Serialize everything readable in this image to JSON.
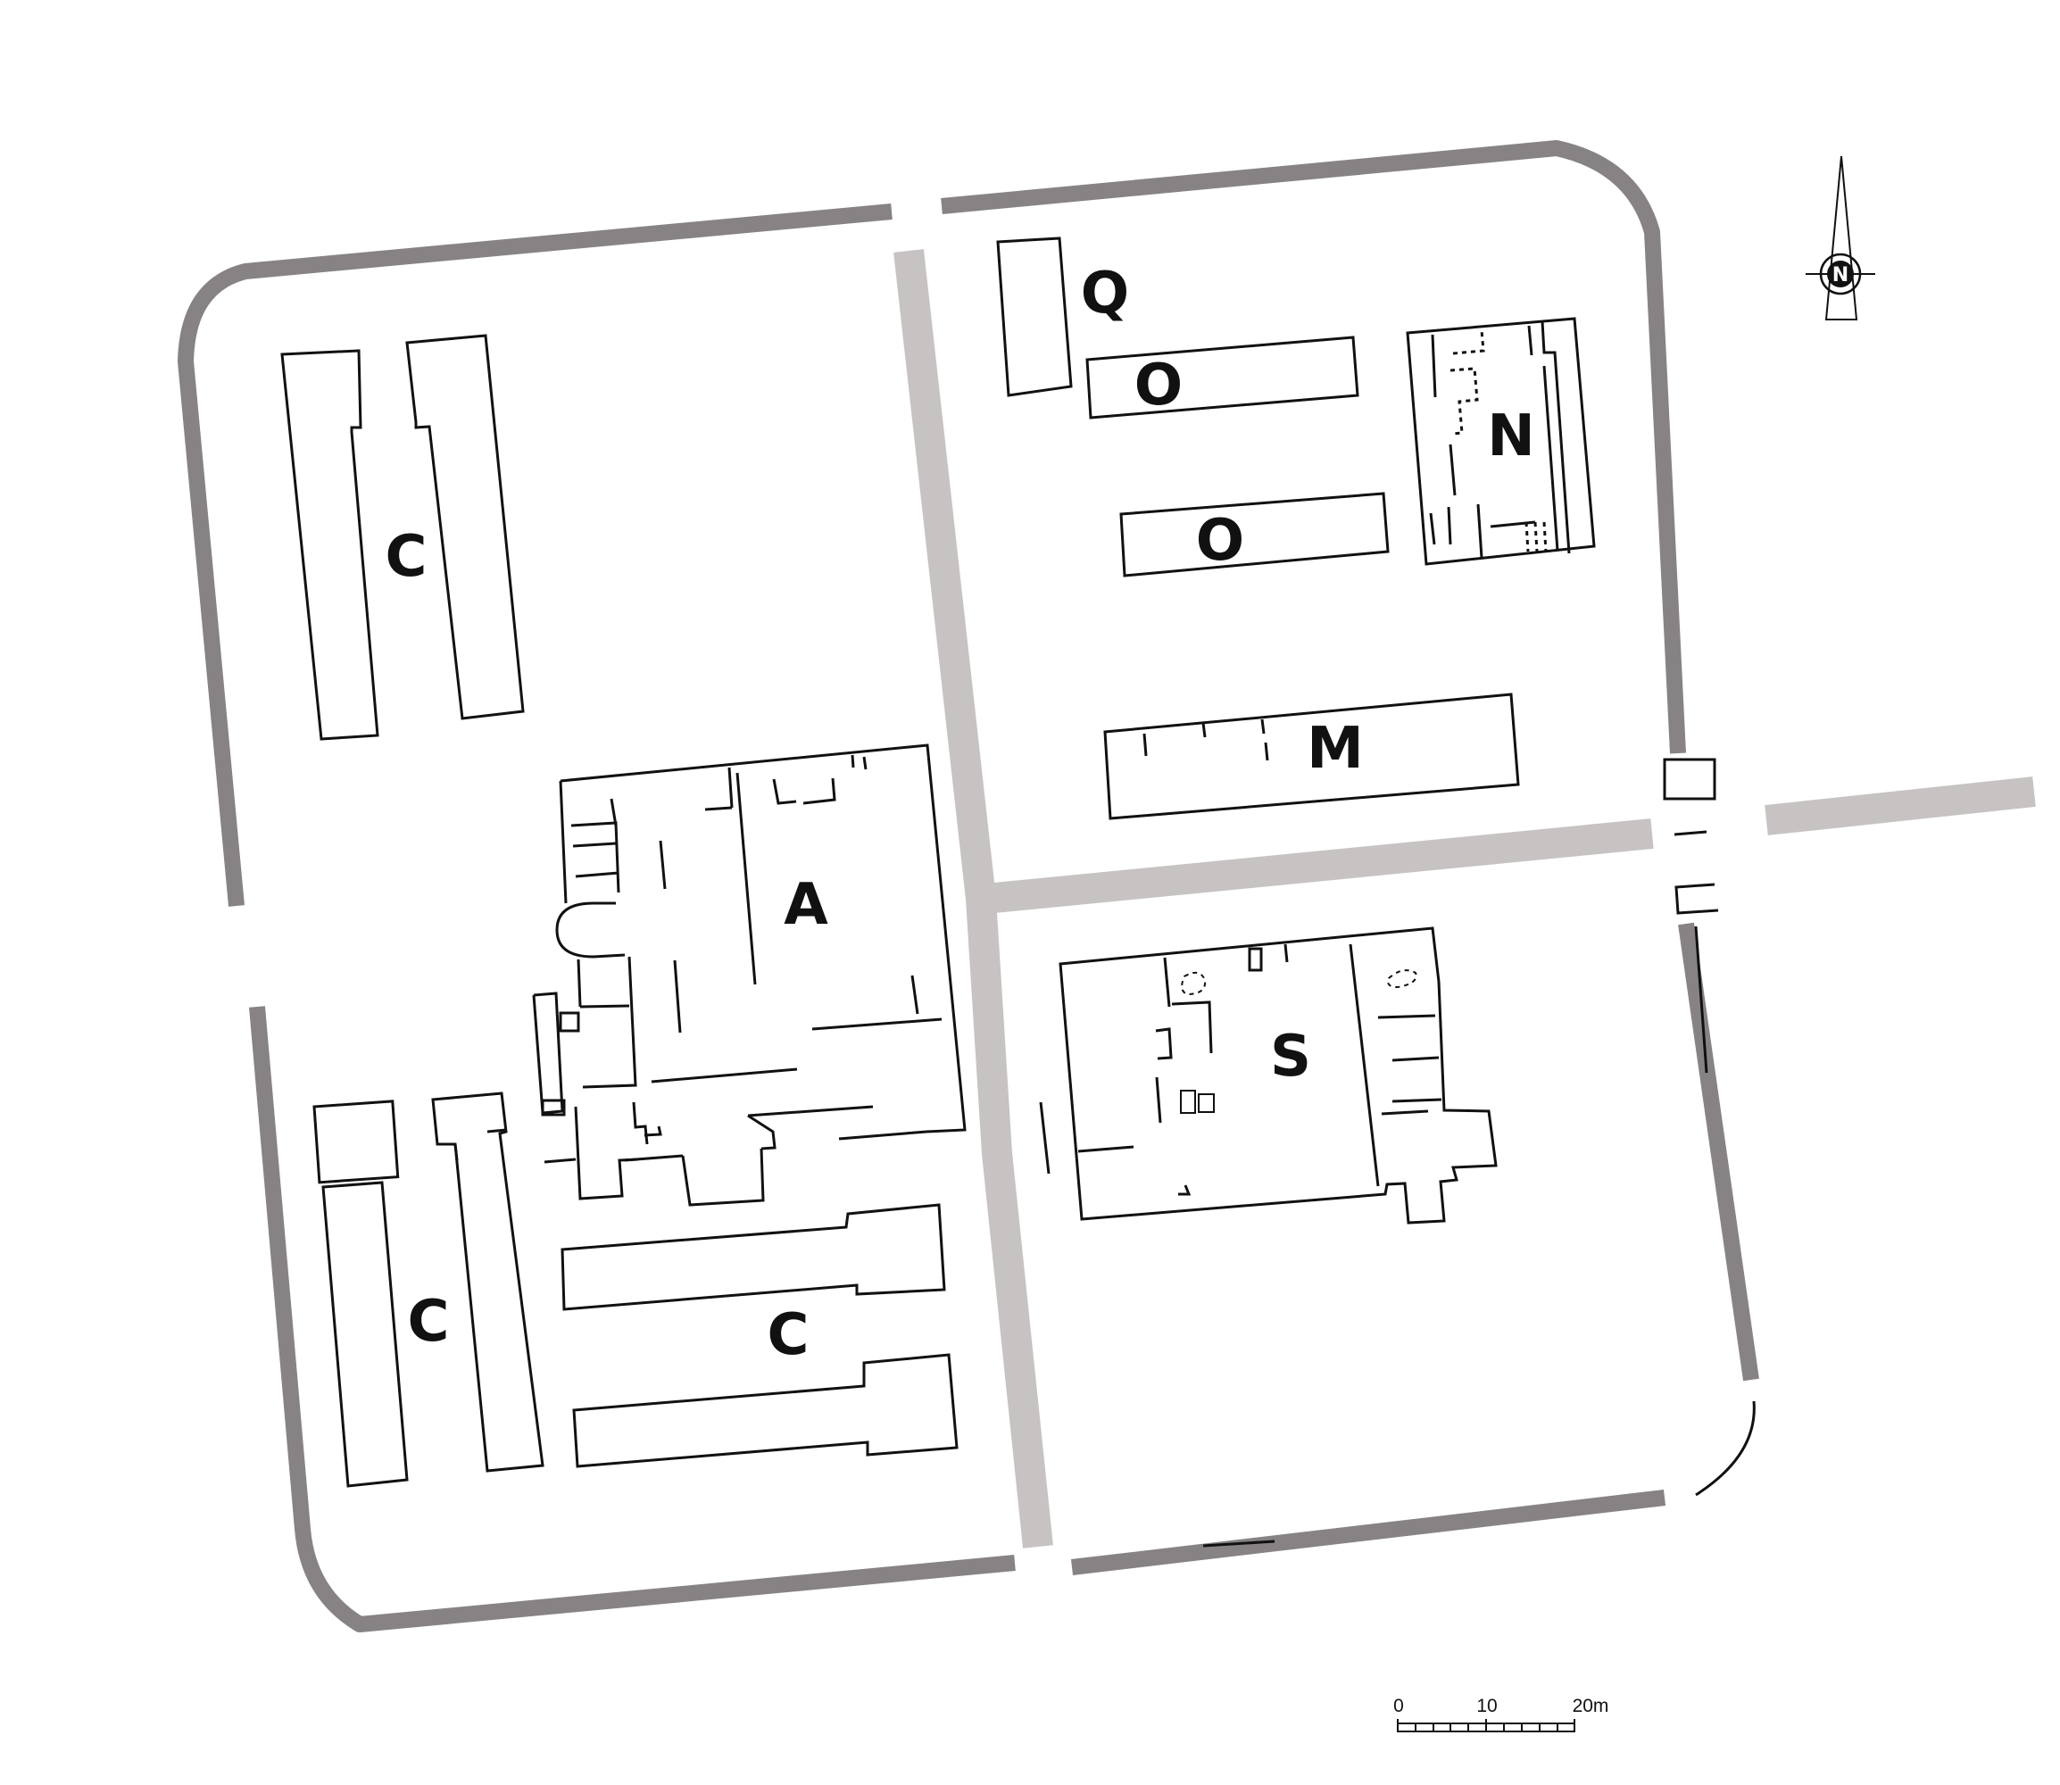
{
  "colors": {
    "wall": "#878384",
    "road": "#c7c3c3",
    "outline": "#111111",
    "background": "#ffffff"
  },
  "labels": {
    "C_north": "C",
    "C_southwest": "C",
    "C_south": "C",
    "A": "A",
    "Q": "Q",
    "O_upper": "O",
    "O_lower": "O",
    "N": "N",
    "M": "M",
    "S": "S"
  },
  "north_arrow": {
    "label": "N",
    "icon": "north-arrow-icon"
  },
  "scale_bar": {
    "ticks": [
      "0",
      "10",
      "20m"
    ],
    "unit": "m"
  }
}
